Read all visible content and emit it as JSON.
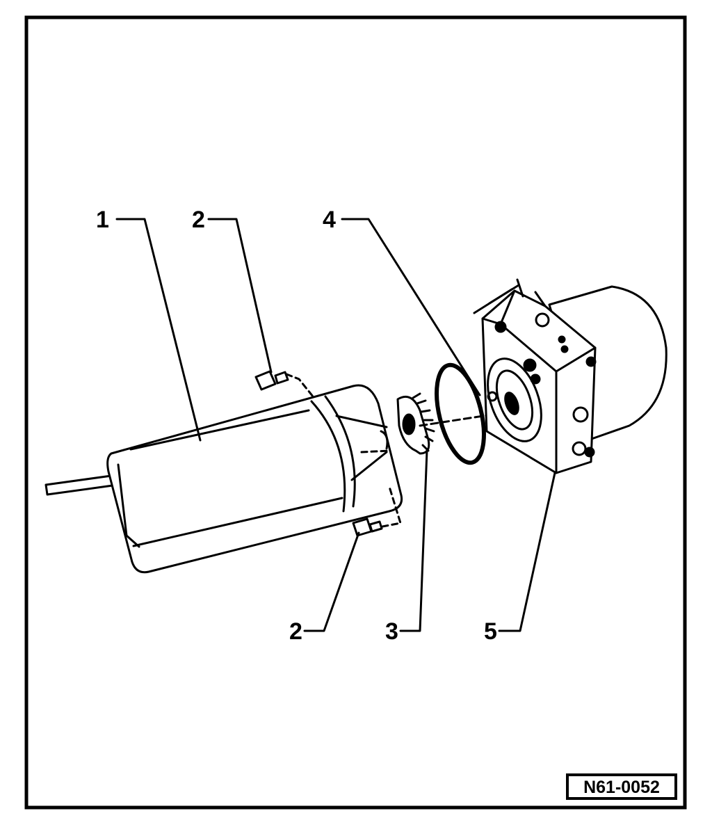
{
  "diagram": {
    "callouts": [
      {
        "id": "c1",
        "label": "1"
      },
      {
        "id": "c2a",
        "label": "2"
      },
      {
        "id": "c4",
        "label": "4"
      },
      {
        "id": "c2b",
        "label": "2"
      },
      {
        "id": "c3",
        "label": "3"
      },
      {
        "id": "c5",
        "label": "5"
      }
    ],
    "reference_code": "N61-0052"
  }
}
